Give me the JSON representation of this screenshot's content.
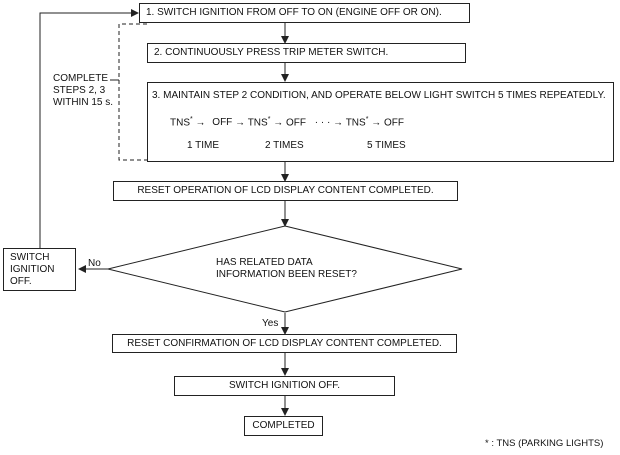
{
  "steps": {
    "step1": "1. SWITCH IGNITION FROM OFF TO ON (ENGINE OFF OR ON).",
    "step2": "2. CONTINUOUSLY PRESS TRIP METER SWITCH.",
    "step3": "3. MAINTAIN STEP 2 CONDITION, AND OPERATE BELOW LIGHT SWITCH 5 TIMES REPEATEDLY.",
    "reset_completed": "RESET OPERATION OF LCD DISPLAY CONTENT COMPLETED.",
    "decision": [
      "HAS RELATED DATA",
      "INFORMATION BEEN RESET?"
    ],
    "confirmation": "RESET CONFIRMATION OF LCD DISPLAY CONTENT COMPLETED.",
    "switch_off": "SWITCH IGNITION OFF.",
    "completed": "COMPLETED"
  },
  "side": {
    "complete_note": [
      "COMPLETE",
      "STEPS 2, 3",
      "WITHIN 15 s."
    ],
    "switch_ignition_off": [
      "SWITCH",
      "IGNITION",
      "OFF."
    ]
  },
  "sequence": {
    "tns": "TNS",
    "star": "*",
    "off": "OFF",
    "arrow": "→",
    "dots": "· · ·",
    "labels": [
      "1 TIME",
      "2 TIMES",
      "5 TIMES"
    ]
  },
  "branches": {
    "no": "No",
    "yes": "Yes"
  },
  "footnote": "* : TNS (PARKING LIGHTS)"
}
